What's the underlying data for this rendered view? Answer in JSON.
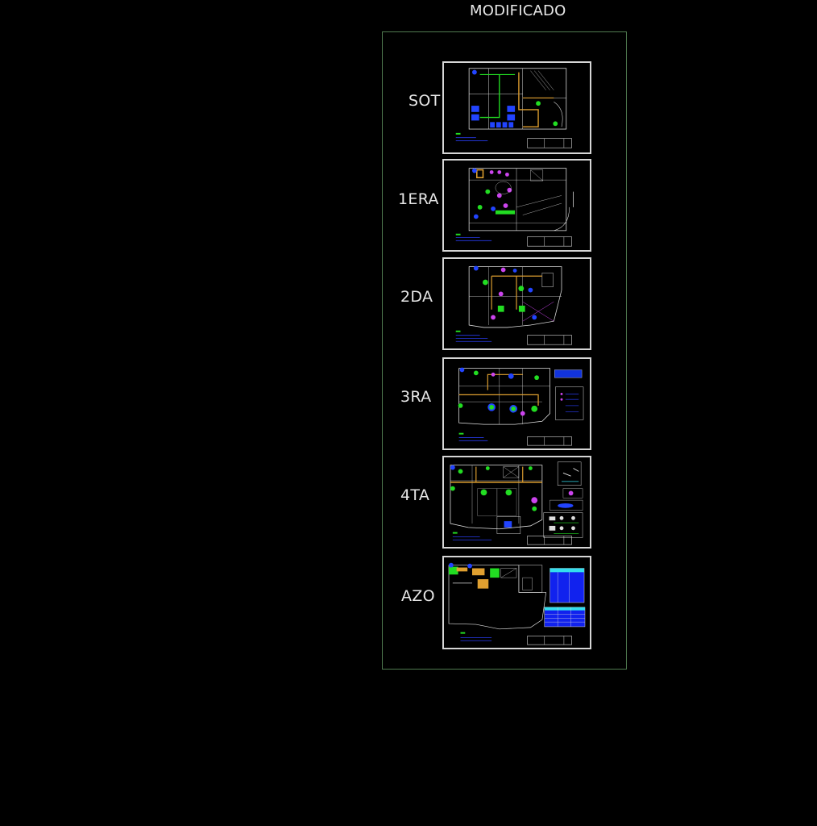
{
  "drawing": {
    "title": "MODIFICADO",
    "background_color": "#000000",
    "frame_color": "#4f7a4f",
    "sheet_border_color": "#d6d6d6",
    "layer_colors": {
      "walls": "#ffffff",
      "conduit_orange": "#e0a030",
      "conduit_green": "#22dd22",
      "fixtures_magenta": "#cc44ee",
      "fixtures_blue": "#2244ff",
      "text_blue": "#2233cc",
      "accent_cyan": "#33ddee"
    }
  },
  "sheets": [
    {
      "id": "sot",
      "label": "SOT",
      "description": "Sótano floor plan sheet"
    },
    {
      "id": "1era",
      "label": "1ERA",
      "description": "Primera planta floor plan sheet"
    },
    {
      "id": "2da",
      "label": "2DA",
      "description": "Segunda planta floor plan sheet"
    },
    {
      "id": "3ra",
      "label": "3RA",
      "description": "Tercera planta floor plan sheet"
    },
    {
      "id": "4ta",
      "label": "4TA",
      "description": "Cuarta planta floor plan sheet"
    },
    {
      "id": "azo",
      "label": "AZO",
      "description": "Azotea floor plan sheet"
    }
  ]
}
